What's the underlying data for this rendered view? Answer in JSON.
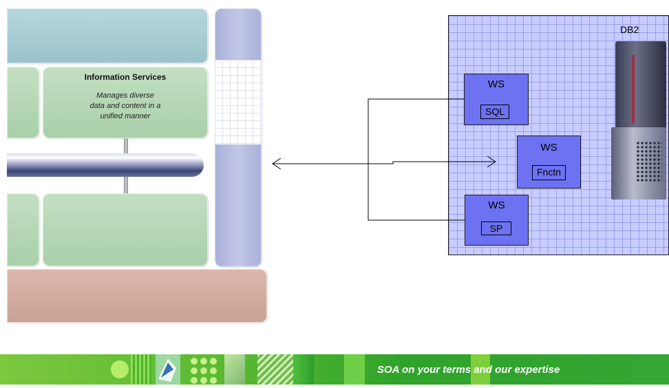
{
  "info_services": {
    "title": "Information Services",
    "description_lines": [
      "Manages diverse",
      "data and content in a",
      "unified manner"
    ]
  },
  "db2_panel": {
    "label": "DB2",
    "web_services": [
      {
        "title": "WS",
        "inner": "SQL"
      },
      {
        "title": "WS",
        "inner": "Fnctn"
      },
      {
        "title": "WS",
        "inner": "SP"
      }
    ]
  },
  "footer": {
    "tagline": "SOA on your terms and our expertise"
  },
  "colors": {
    "panel_bg": "#c8ccff",
    "ws_box": "#6d72f2",
    "footer_green": "#58b832"
  }
}
